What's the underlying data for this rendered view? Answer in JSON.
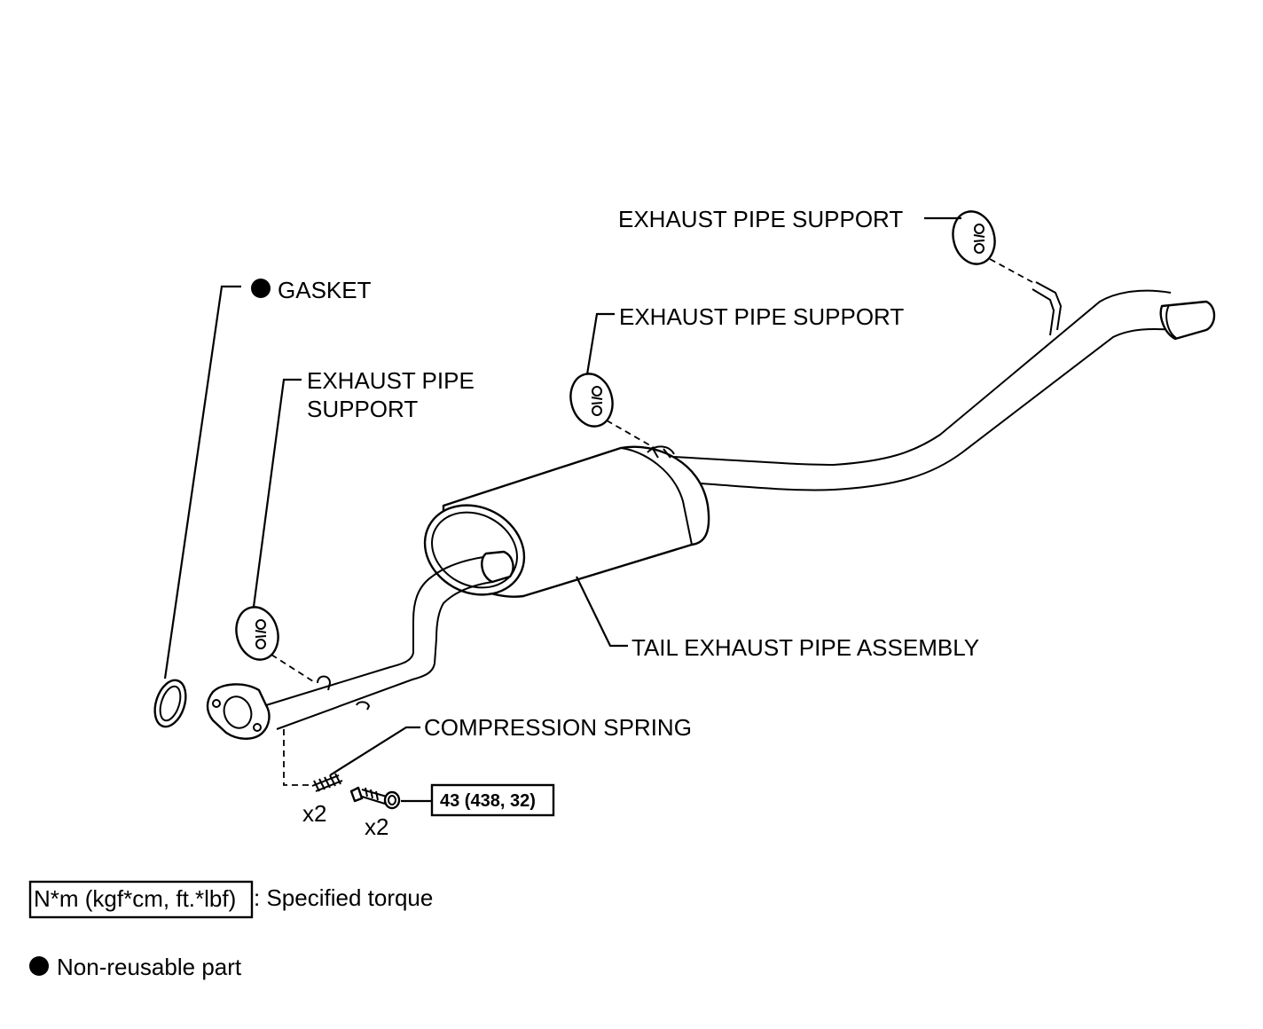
{
  "callouts": {
    "gasket": "GASKET",
    "support_left_line1": "EXHAUST PIPE",
    "support_left_line2": "SUPPORT",
    "support_mid": "EXHAUST PIPE SUPPORT",
    "support_top": "EXHAUST PIPE SUPPORT",
    "tail_pipe": "TAIL EXHAUST PIPE ASSEMBLY",
    "spring": "COMPRESSION SPRING",
    "spring_qty": "x2",
    "bolt_qty": "x2",
    "torque_value": "43 (438, 32)"
  },
  "legend": {
    "torque_units": "N*m (kgf*cm, ft.*lbf)",
    "torque_desc": ": Specified torque",
    "nonreusable_desc": "Non-reusable part"
  },
  "icons": {
    "nonreusable_marker": "filled-circle"
  }
}
